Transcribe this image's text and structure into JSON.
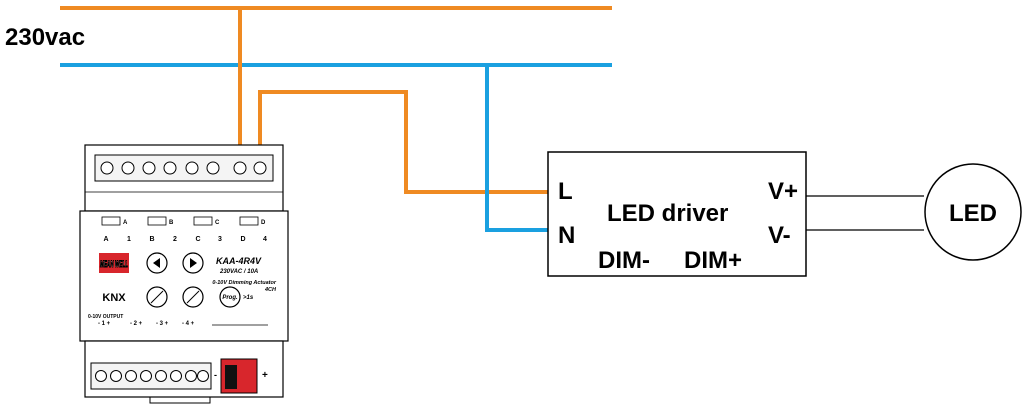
{
  "supply": {
    "label": "230vac",
    "colors": {
      "live": "#ef8a22",
      "neutral": "#1aa0e0"
    }
  },
  "actuator": {
    "brand_logo": "MEAN WELL",
    "model": "KAA-4R4V",
    "rating": "230VAC / 10A",
    "description": "0-10V Dimming Actuator",
    "channels": "4CH",
    "knx_logo": "KNX",
    "prog_button": "Prog.",
    "prog_suffix": ">1s",
    "output_title": "0-10V OUTPUT",
    "outputs": [
      "- 1 +",
      "- 2 +",
      "- 3 +",
      "- 4 +"
    ],
    "switch_top_letters": [
      "A",
      "B",
      "C",
      "D"
    ],
    "switch_bottom_labels": [
      "A",
      "1",
      "B",
      "2",
      "C",
      "3",
      "D",
      "4"
    ],
    "polarity_minus": "-",
    "polarity_plus": "+"
  },
  "driver": {
    "title": "LED driver",
    "pin_l": "L",
    "pin_n": "N",
    "pin_vplus": "V+",
    "pin_vminus": "V-",
    "pin_dim_minus": "DIM-",
    "pin_dim_plus": "DIM+"
  },
  "load": {
    "label": "LED"
  }
}
